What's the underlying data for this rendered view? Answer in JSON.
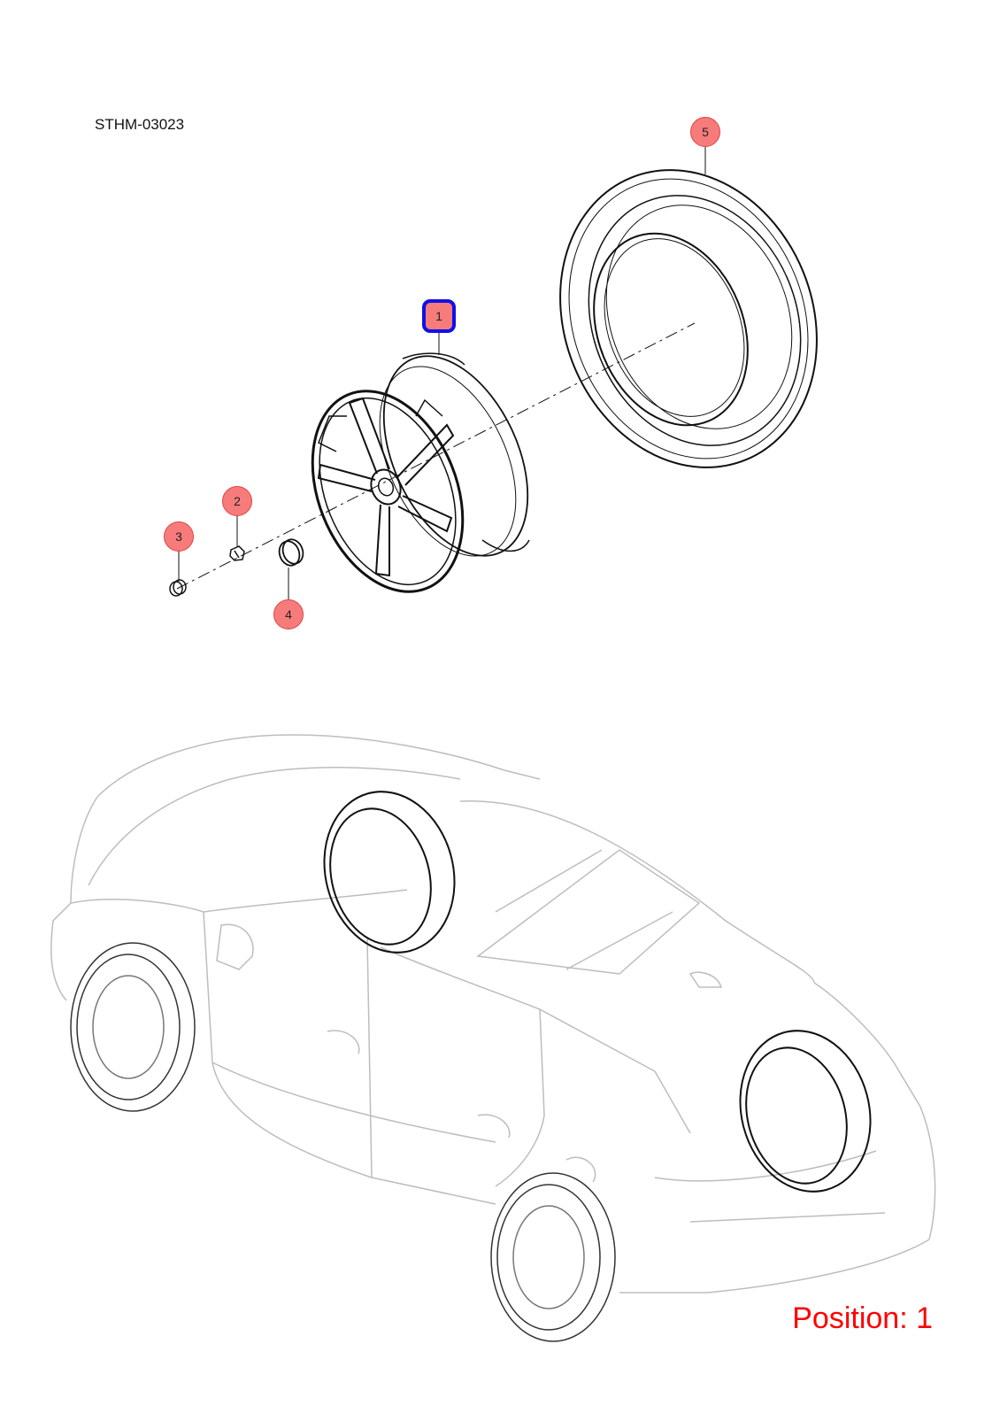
{
  "diagram_code": "STHM-03023",
  "position_label": "Position: 1",
  "selected_callout": "1",
  "callouts": [
    {
      "id": "callout-1",
      "number": "1",
      "selected": true
    },
    {
      "id": "callout-2",
      "number": "2",
      "selected": false
    },
    {
      "id": "callout-3",
      "number": "3",
      "selected": false
    },
    {
      "id": "callout-4",
      "number": "4",
      "selected": false
    },
    {
      "id": "callout-5",
      "number": "5",
      "selected": false
    }
  ],
  "parts": [
    "wheel-rim",
    "tire",
    "lug-bolt",
    "valve",
    "center-cap"
  ],
  "colors": {
    "callout_fill": "#f87b7b",
    "selected_border": "#1010e6",
    "position_text": "#ff0000",
    "vehicle_outline": "#bdbdbd",
    "part_outline": "#111111"
  }
}
